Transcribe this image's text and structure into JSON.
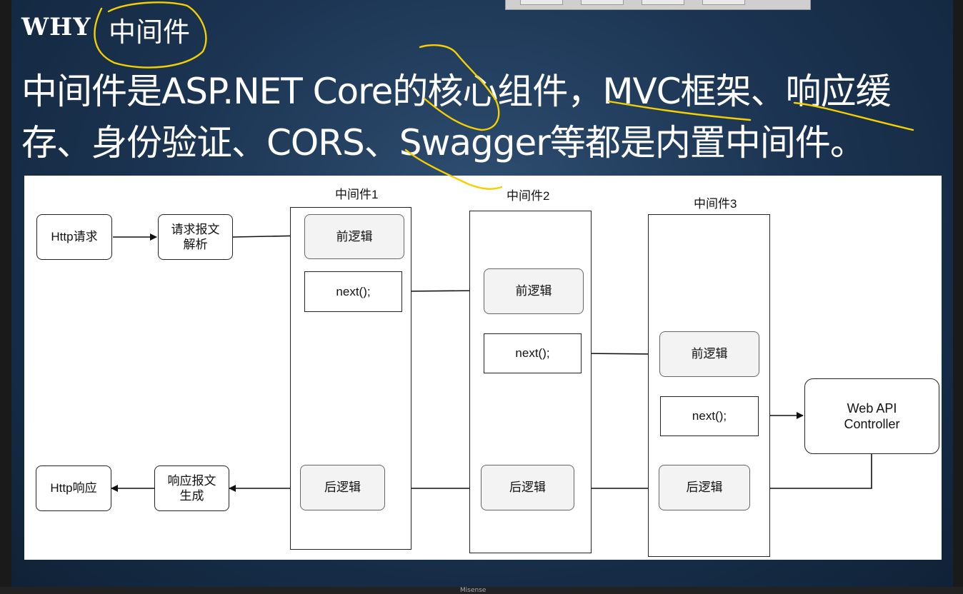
{
  "slide": {
    "why_label": "WHY",
    "why_cn": "中间件",
    "line1": "中间件是ASP.NET Core的核心组件，MVC框架、响应缓",
    "line2": "存、身份验证、CORS、Swagger等都是内置中间件。",
    "bottom_label": "Misense"
  },
  "diagram": {
    "columns": [
      {
        "title": "中间件1",
        "pre": "前逻辑",
        "next": "next();",
        "post": "后逻辑"
      },
      {
        "title": "中间件2",
        "pre": "前逻辑",
        "next": "next();",
        "post": "后逻辑"
      },
      {
        "title": "中间件3",
        "pre": "前逻辑",
        "next": "next();",
        "post": "后逻辑"
      }
    ],
    "http_request": "Http请求",
    "request_parse": "请求报文\n解析",
    "http_response": "Http响应",
    "response_gen": "响应报文\n生成",
    "controller": "Web API\nController"
  },
  "colors": {
    "background": "#1c3553",
    "ink_annotation": "#f5d000",
    "diagram_bg": "#ffffff",
    "logic_box_fill": "#f3f3f3"
  }
}
